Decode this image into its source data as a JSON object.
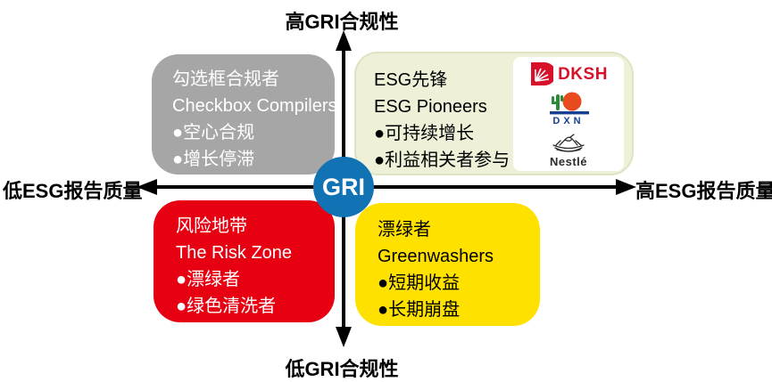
{
  "axes": {
    "top": "高GRI合规性",
    "bottom": "低GRI合规性",
    "left": "低ESG报告质量",
    "right": "高ESG报告质量"
  },
  "center": {
    "label": "GRI",
    "color": "#1173b4"
  },
  "quadrants": [
    {
      "position": "top-left",
      "title": "勾选框合规者",
      "subtitle": "Checkbox Compilers",
      "items": [
        "●空心合规",
        "●增长停滞"
      ],
      "bg_color": "#a6a6a6",
      "text_color": "#ffffff"
    },
    {
      "position": "top-right",
      "title": "ESG先锋",
      "subtitle": "ESG Pioneers",
      "items": [
        "●可持续增长",
        "●利益相关者参与"
      ],
      "bg_color": "#eef0d8",
      "text_color": "#000000",
      "logos": [
        "DKSH",
        "DXN",
        "Nestlé"
      ]
    },
    {
      "position": "bottom-left",
      "title": "风险地带",
      "subtitle": "The Risk Zone",
      "items": [
        "●漂绿者",
        "●绿色清洗者"
      ],
      "bg_color": "#e60012",
      "text_color": "#ffffff"
    },
    {
      "position": "bottom-right",
      "title": "漂绿者",
      "subtitle": "Greenwashers",
      "items": [
        "●短期收益",
        "●长期崩盘"
      ],
      "bg_color": "#ffe100",
      "text_color": "#000000"
    }
  ],
  "logos": {
    "dksh": "DKSH",
    "dxn": "DXN",
    "nestle": "Nestlé"
  }
}
